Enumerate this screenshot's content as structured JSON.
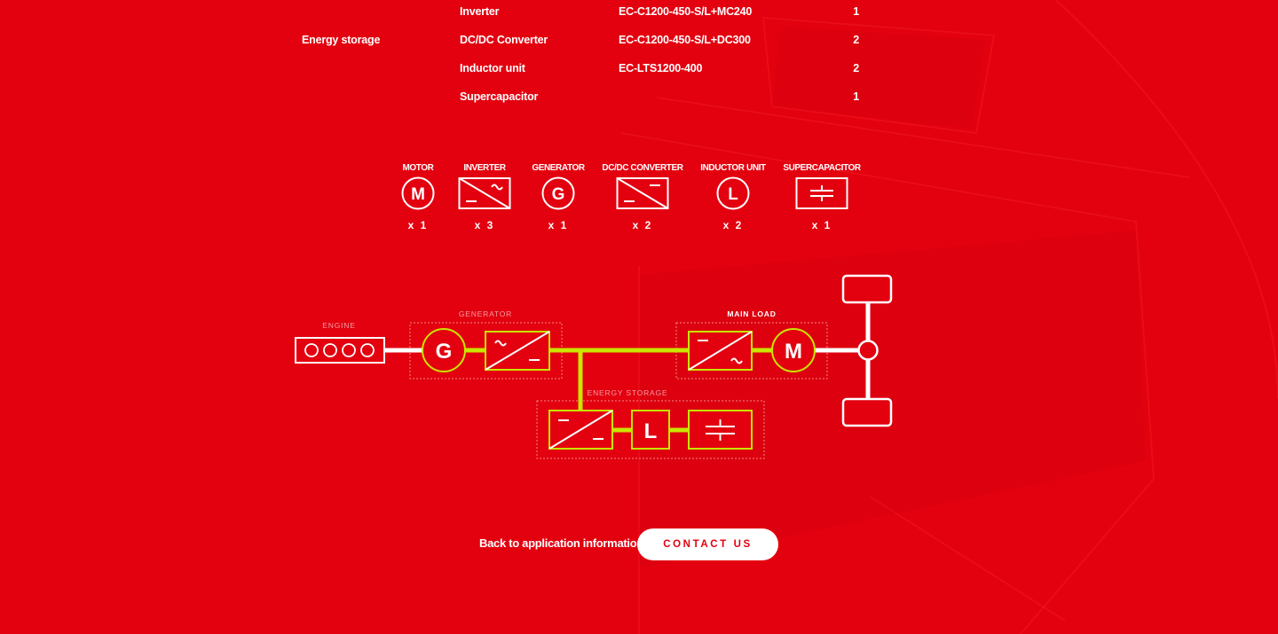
{
  "components_table": {
    "rows": [
      {
        "group": "",
        "name": "Inverter",
        "code": "EC-C1200-450-S/L+MC240",
        "qty": "1"
      },
      {
        "group": "Energy storage",
        "name": "DC/DC Converter",
        "code": "EC-C1200-450-S/L+DC300",
        "qty": "2"
      },
      {
        "group": "",
        "name": "Inductor unit",
        "code": "EC-LTS1200-400",
        "qty": "2"
      },
      {
        "group": "",
        "name": "Supercapacitor",
        "code": "",
        "qty": "1"
      }
    ]
  },
  "legend": {
    "items": [
      {
        "label": "MOTOR",
        "symbol": "M",
        "icon": "motor-icon",
        "qty": "x 1"
      },
      {
        "label": "INVERTER",
        "symbol": "",
        "icon": "inverter-icon",
        "qty": "x 3"
      },
      {
        "label": "GENERATOR",
        "symbol": "G",
        "icon": "generator-icon",
        "qty": "x 1"
      },
      {
        "label": "DC/DC CONVERTER",
        "symbol": "",
        "icon": "dcdc-converter-icon",
        "qty": "x 2"
      },
      {
        "label": "INDUCTOR UNIT",
        "symbol": "L",
        "icon": "inductor-icon",
        "qty": "x 2"
      },
      {
        "label": "SUPERCAPACITOR",
        "symbol": "",
        "icon": "supercapacitor-icon",
        "qty": "x 1"
      }
    ]
  },
  "diagram": {
    "engine_label": "ENGINE",
    "generator_label": "GENERATOR",
    "main_load_label": "MAIN LOAD",
    "energy_storage_label": "ENERGY STORAGE",
    "generator_symbol": "G",
    "motor_symbol": "M",
    "inductor_symbol": "L"
  },
  "footer": {
    "back_link": "Back to application information",
    "contact_button": "CONTACT US"
  },
  "colors": {
    "background": "#e3000f",
    "bus_line": "#c8e600",
    "foreground": "#ffffff",
    "dashed_border": "#f08a8a"
  }
}
